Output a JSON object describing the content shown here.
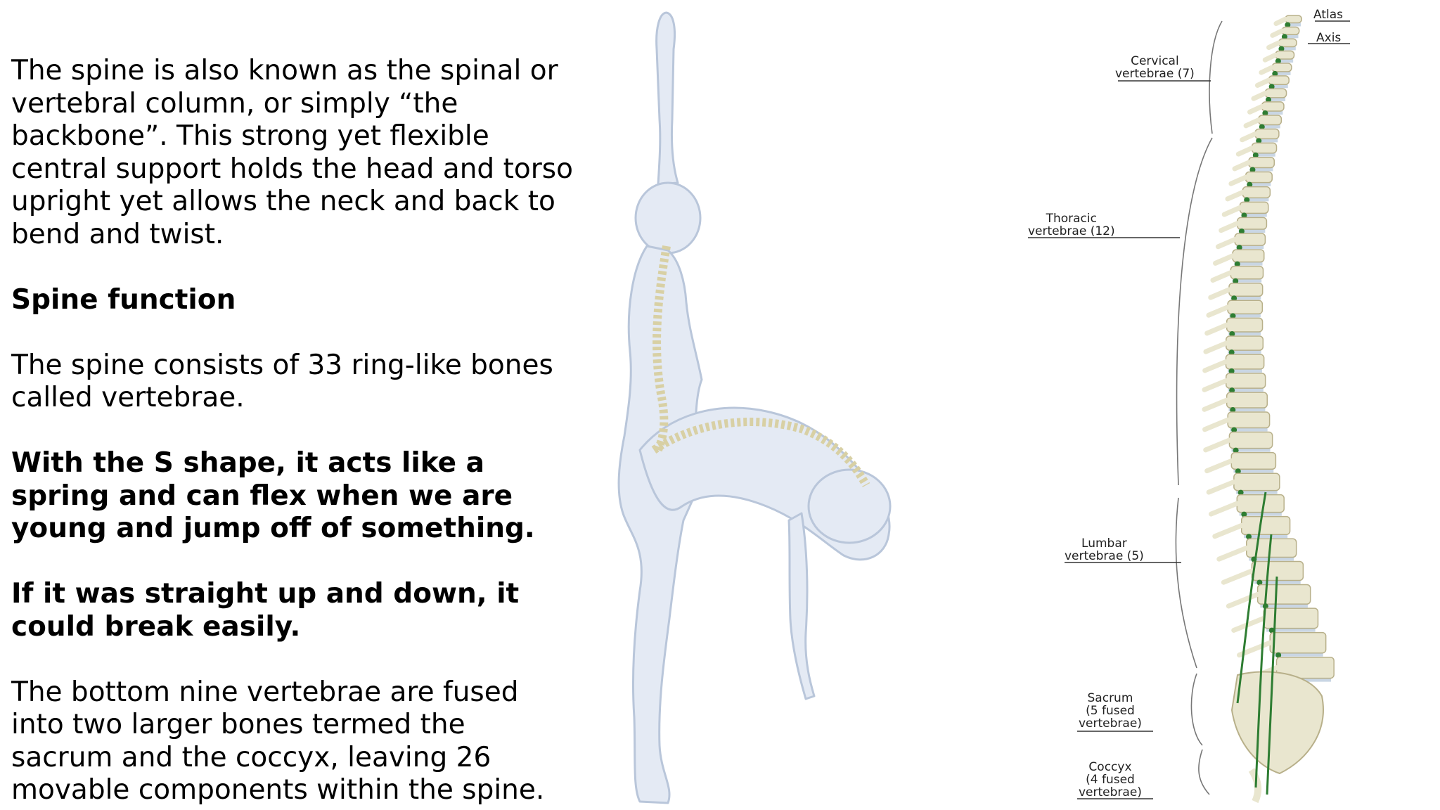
{
  "text": {
    "intro": "The spine is also known as the spinal or vertebral column, or simply “the backbone”. This strong yet flexible central support holds the head and torso upright yet allows the neck and back to bend and twist.",
    "heading": "Spine function",
    "para2": "The spine consists of 33 ring-like bones called vertebrae.",
    "bold1": "With the S shape, it acts like a spring and can flex when we are young and jump off of something.",
    "bold2": "If it was straight up and down, it could break easily.",
    "para3": "The bottom nine vertebrae are fused into two larger bones termed the sacrum and the coccyx, leaving 26 movable components within the spine."
  },
  "diagram": {
    "labels": {
      "atlas": "Atlas",
      "axis": "Axis",
      "cervical": [
        "Cervical",
        "vertebrae (7)"
      ],
      "thoracic": [
        "Thoracic",
        "vertebrae (12)"
      ],
      "lumbar": [
        "Lumbar",
        "vertebrae (5)"
      ],
      "sacrum": [
        "Sacrum",
        "(5 fused",
        "vertebrae)"
      ],
      "coccyx": [
        "Coccyx",
        "(4 fused",
        "vertebrae)"
      ]
    },
    "colors": {
      "bone": "#e9e6cf",
      "disc": "#c9d6e4",
      "nerve": "#2e7d32",
      "body": "#e4eaf4"
    }
  }
}
